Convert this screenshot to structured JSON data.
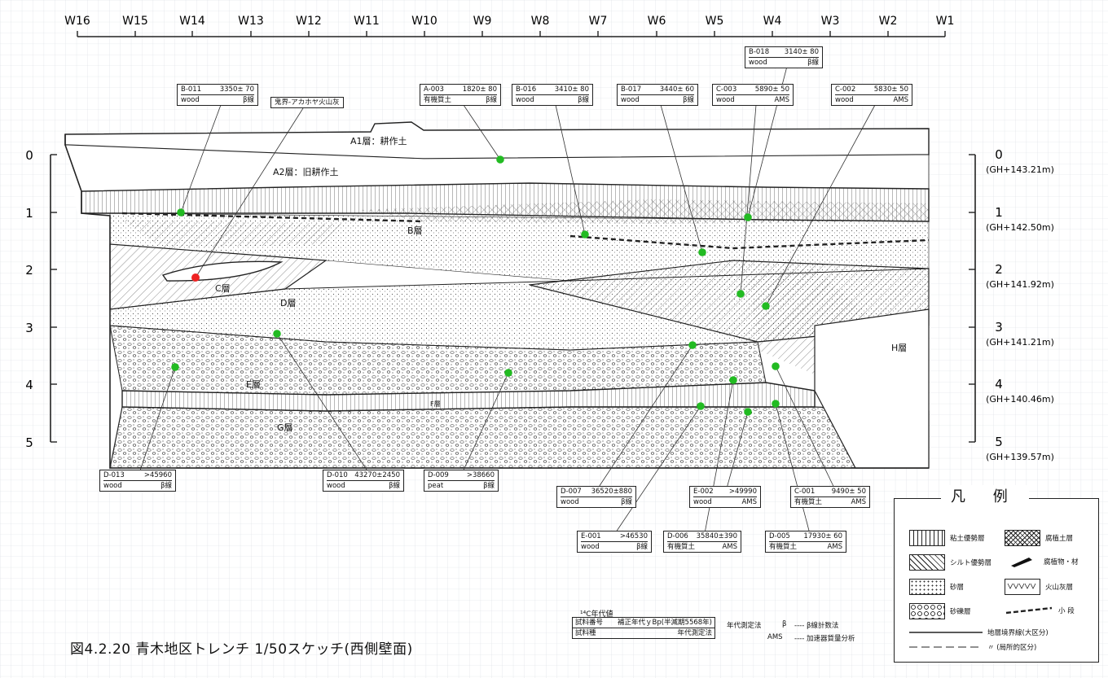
{
  "top_axis": {
    "labels": [
      "W16",
      "W15",
      "W14",
      "W13",
      "W12",
      "W11",
      "W10",
      "W9",
      "W8",
      "W7",
      "W6",
      "W5",
      "W4",
      "W3",
      "W2",
      "W1"
    ]
  },
  "left_axis": {
    "labels": [
      "0",
      "1",
      "2",
      "3",
      "4",
      "5"
    ]
  },
  "right_axis": {
    "labels": [
      "0",
      "1",
      "2",
      "3",
      "4",
      "5"
    ],
    "elevations": [
      "(GH+143.21m)",
      "(GH+142.50m)",
      "(GH+141.92m)",
      "(GH+141.21m)",
      "(GH+140.46m)",
      "(GH+139.57m)"
    ]
  },
  "layers": {
    "a1": "A1層：耕作土",
    "a2": "A2層：旧耕作土",
    "b": "B層",
    "c": "C層",
    "d": "D層",
    "e": "E層",
    "f": "F層",
    "g": "G層",
    "h": "H層"
  },
  "samples": [
    {
      "id": "B-011",
      "age": "3350± 70",
      "material": "wood",
      "method": "β線"
    },
    {
      "id": "A-003",
      "age": "1820± 80",
      "material": "有機質土",
      "method": "β線"
    },
    {
      "id": "B-016",
      "age": "3410± 80",
      "material": "wood",
      "method": "β線"
    },
    {
      "id": "B-017",
      "age": "3440± 60",
      "material": "wood",
      "method": "β線"
    },
    {
      "id": "C-003",
      "age": "5890± 50",
      "material": "wood",
      "method": "AMS"
    },
    {
      "id": "B-018",
      "age": "3140± 80",
      "material": "wood",
      "method": "β線"
    },
    {
      "id": "C-002",
      "age": "5830± 50",
      "material": "wood",
      "method": "AMS"
    },
    {
      "id": "D-013",
      "age": ">45960",
      "material": "wood",
      "method": "β線"
    },
    {
      "id": "D-010",
      "age": "43270±2450",
      "material": "wood",
      "method": "β線"
    },
    {
      "id": "D-009",
      "age": ">38660",
      "material": "peat",
      "method": "β線"
    },
    {
      "id": "D-007",
      "age": "36520±880",
      "material": "wood",
      "method": "β線"
    },
    {
      "id": "E-002",
      "age": ">49990",
      "material": "wood",
      "method": "AMS"
    },
    {
      "id": "C-001",
      "age": "9490± 50",
      "material": "有機質土",
      "method": "AMS"
    },
    {
      "id": "E-001",
      "age": ">46530",
      "material": "wood",
      "method": "β線"
    },
    {
      "id": "D-006",
      "age": "35840±390",
      "material": "有機質土",
      "method": "AMS"
    },
    {
      "id": "D-005",
      "age": "17930± 60",
      "material": "有機質土",
      "method": "AMS"
    }
  ],
  "ash_note": "鬼界-アカホヤ火山灰",
  "legend": {
    "title": "凡 例",
    "items": [
      "粘土優勢層",
      "腐植土層",
      "シルト優勢層",
      "腐植物・材",
      "砂層",
      "火山灰層",
      "砂礫層",
      "小 段",
      "地層境界線(大区分)",
      "〃 (局所的区分)"
    ]
  },
  "c14": {
    "title": "¹⁴C年代値",
    "row1_left": "試料番号",
    "row1_right": "補正年代ｙBp(半減期5568年)",
    "row2_left": "試料種",
    "row2_right": "年代測定法",
    "method_label": "年代測定法",
    "beta": "β",
    "beta_desc": "---- β線計数法",
    "ams": "AMS",
    "ams_desc": "---- 加速器質量分析"
  },
  "caption": "図4.2.20 青木地区トレンチ 1/50スケッチ(西側壁面)",
  "colors": {
    "sample_dot": "#22bb22",
    "ash_dot": "#ee2222",
    "ink": "#222222"
  }
}
